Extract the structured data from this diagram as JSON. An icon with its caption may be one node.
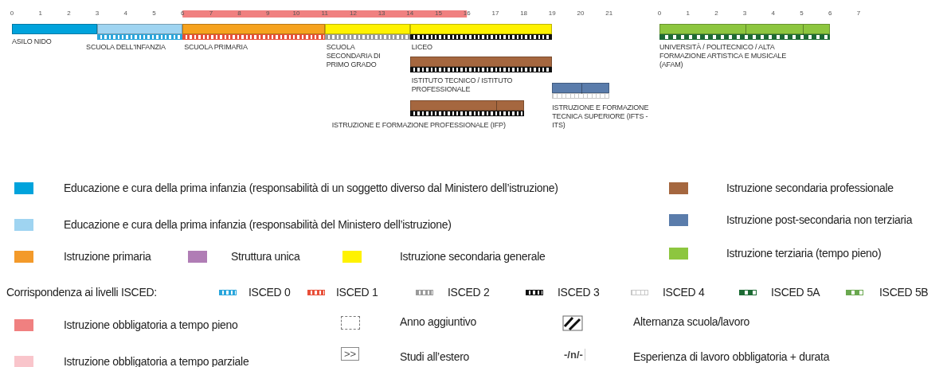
{
  "diagram": {
    "nodes": [
      {
        "text": [
          "ASILO NIDO"
        ]
      },
      {
        "text": [
          "SCUOLA DELL'INFANZIA"
        ]
      },
      {
        "text": [
          "SCUOLA PRIMARIA"
        ]
      },
      {
        "text": [
          "SCUOLA SECONDARIA DI PRIMO GRADO"
        ]
      },
      {
        "text": [
          "LICEO"
        ]
      },
      {
        "text": [
          "ISTITUTO TECNICO / ISTITUTO PROFESSIONALE"
        ]
      },
      {
        "text": [
          "ISTRUZIONE E FORMAZIONE PROFESSIONALE (IFP)"
        ]
      },
      {
        "text": [
          "ISTRUZIONE E FORMAZIONE TECNICA SUPERIORE (IFTS - ITS)"
        ]
      },
      {
        "text": [
          "UNIVERSITÀ / POLITECNICO / ALTA FORMAZIONE ARTISTICA E MUSICALE (AFAM)"
        ]
      }
    ],
    "labels": [
      "0",
      "1",
      "2",
      "3",
      "4",
      "5",
      "6",
      "7",
      "8",
      "9",
      "10",
      "11",
      "12",
      "13",
      "14",
      "15",
      "16",
      "17",
      "18",
      "19",
      "20",
      "21",
      "0",
      "1",
      "2",
      "3",
      "4",
      "5",
      "6",
      "7",
      "Corrispondenza ai livelli ISCED:",
      ">>",
      "-/n/-"
    ],
    "legend": [
      {
        "text": "Educazione e cura della prima infanzia (responsabilità di un soggetto diverso dal Ministero dell’istruzione)",
        "color": "#00a3dc"
      },
      {
        "text": "Istruzione secondaria professionale",
        "color": "#a5673f"
      },
      {
        "text": "Educazione e cura della prima infanzia (responsabilità del Ministero dell’istruzione)",
        "color": "#9fd4f1"
      },
      {
        "text": "Istruzione post-secondaria non terziaria",
        "color": "#5a7cab"
      },
      {
        "text": "Istruzione primaria",
        "color": "#f39a2a"
      },
      {
        "text": "Struttura unica",
        "color": "#b07db5"
      },
      {
        "text": "Istruzione secondaria generale",
        "color": "#fff200"
      },
      {
        "text": "Istruzione terziaria (tempo pieno)",
        "color": "#8dc63f"
      },
      {
        "text": "ISCED 0"
      },
      {
        "text": "ISCED 1"
      },
      {
        "text": "ISCED 2"
      },
      {
        "text": "ISCED 3"
      },
      {
        "text": "ISCED 4"
      },
      {
        "text": "ISCED 5A"
      },
      {
        "text": "ISCED 5B"
      },
      {
        "text": "Istruzione obbligatoria a tempo pieno",
        "color": "#f08080"
      },
      {
        "text": "Anno aggiuntivo"
      },
      {
        "text": "Alternanza scuola/lavoro"
      },
      {
        "text": "Istruzione obbligatoria a tempo parziale",
        "color": "#f9c5cb"
      },
      {
        "text": "Studi all’estero"
      },
      {
        "text": "Esperienza di lavoro obbligatoria + durata"
      }
    ]
  }
}
